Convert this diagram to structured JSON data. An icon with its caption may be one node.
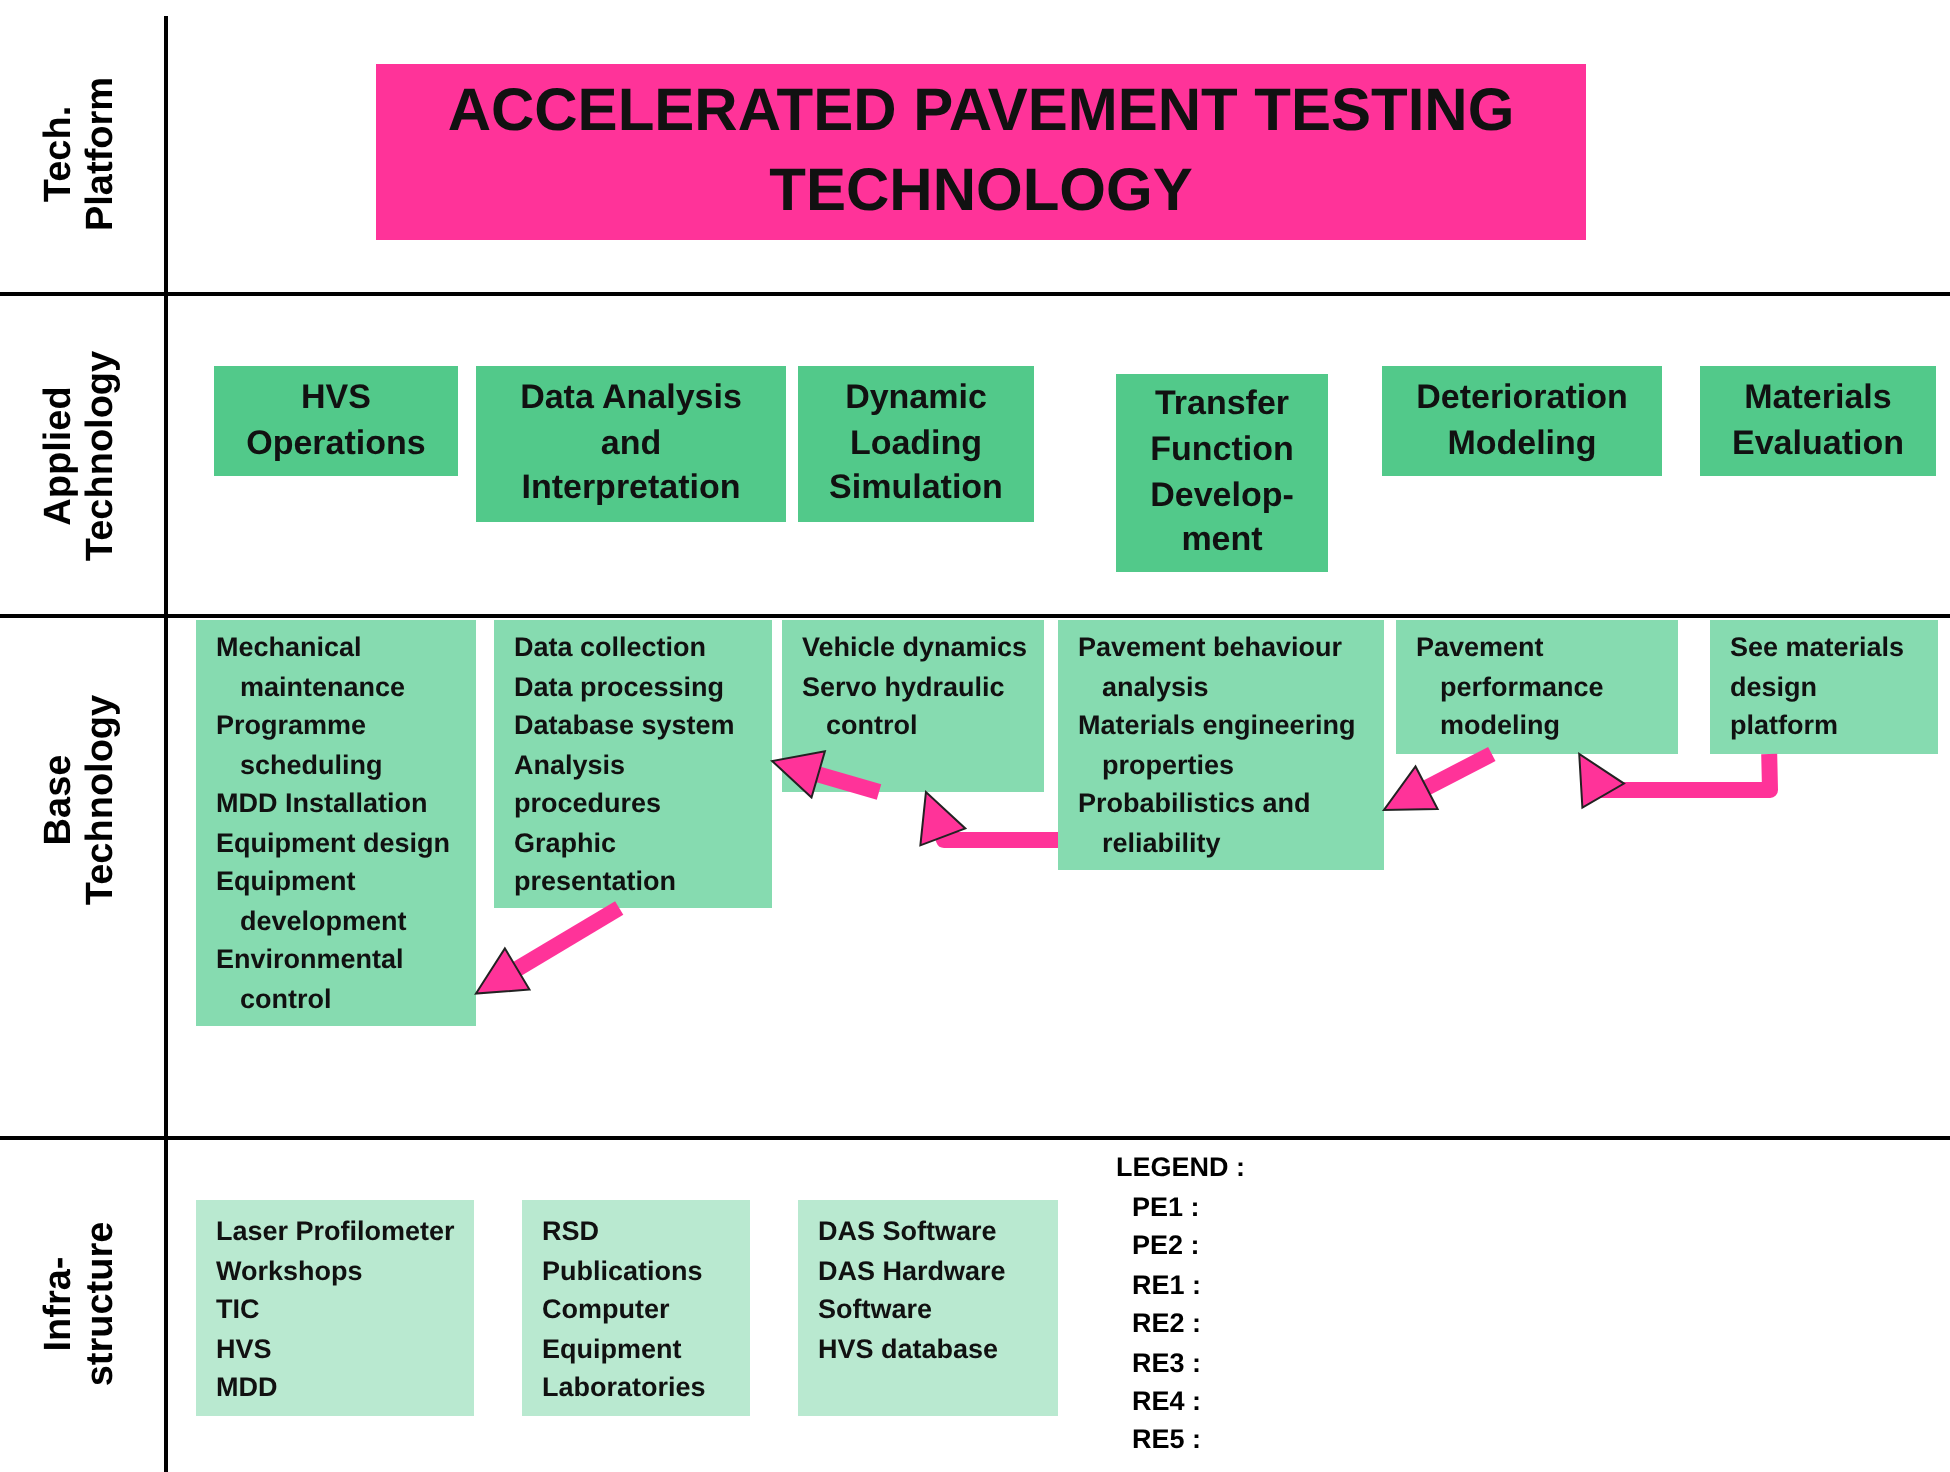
{
  "diagram": {
    "nodes": [
      {
        "text": [
          "ACCELERATED PAVEMENT TESTING TECHNOLOGY"
        ]
      },
      {
        "text": [
          "HVS Operations"
        ]
      },
      {
        "text": [
          "Data Analysis and Interpretation"
        ]
      },
      {
        "text": [
          "Dynamic Loading Simulation"
        ]
      },
      {
        "text": [
          "Transfer Function Develop- ment"
        ]
      },
      {
        "text": [
          "Deterioration Modeling"
        ]
      },
      {
        "text": [
          "Materials Evaluation"
        ]
      },
      {
        "text": [
          "Mechanical maintenance",
          "Programme scheduling",
          "MDD Installation",
          "Equipment design",
          "Equipment development",
          "Environmental control"
        ]
      },
      {
        "text": [
          "Data collection",
          "Data processing",
          "Database system",
          "Analysis procedures",
          "Graphic presentation"
        ]
      },
      {
        "text": [
          "Vehicle dynamics",
          "Servo hydraulic control"
        ]
      },
      {
        "text": [
          "Pavement behaviour analysis",
          "Materials engineering properties",
          "Probabilistics and reliability"
        ]
      },
      {
        "text": [
          "Pavement performance modeling"
        ]
      },
      {
        "text": [
          "See materials design platform"
        ]
      },
      {
        "text": [
          "Laser Profilometer",
          "Workshops",
          "TIC",
          "HVS",
          "MDD"
        ]
      },
      {
        "text": [
          "RSD",
          "Publications",
          "Computer",
          "Equipment",
          "Laboratories"
        ]
      },
      {
        "text": [
          "DAS Software",
          "DAS Hardware",
          "Software",
          "HVS database"
        ]
      }
    ],
    "edges": [
      {
        "from": 8,
        "to": 7,
        "arrow": "to"
      },
      {
        "from": 9,
        "to": 8,
        "arrow": "to"
      },
      {
        "from": 10,
        "to": 9,
        "arrow": "to"
      },
      {
        "from": 11,
        "to": 10,
        "arrow": "to"
      },
      {
        "from": 12,
        "to": 11,
        "arrow": "to"
      }
    ],
    "labels": [
      "Tech. Platform",
      "Applied Technology",
      "Base Technology",
      "Infra- structure",
      "LEGEND :",
      "PE1 :",
      "PE2 :",
      "RE1 :",
      "RE2 :",
      "RE3 :",
      "RE4 :",
      "RE5 :"
    ]
  }
}
